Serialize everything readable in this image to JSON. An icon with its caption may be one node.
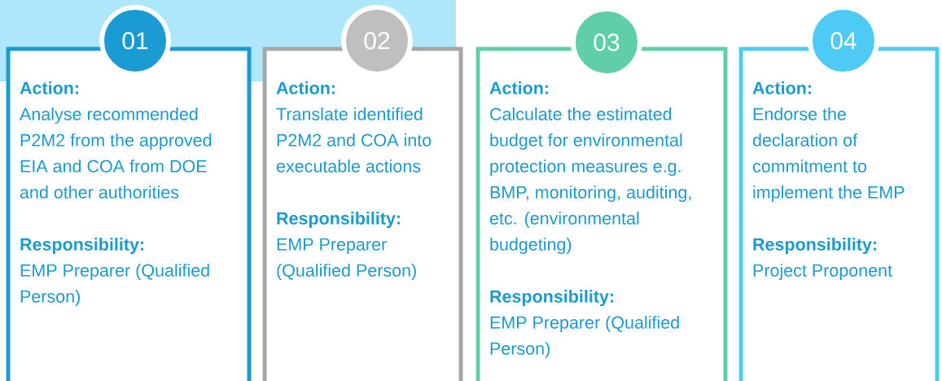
{
  "diagram": {
    "nodes": [
      {
        "text": [
          "01"
        ]
      },
      {
        "text": [
          "Action:",
          "Analyse recommended P2M2 from the approved EIA and COA from DOE and other authorities",
          "Responsibility:",
          "EMP Preparer (Qualified Person)"
        ]
      },
      {
        "text": [
          "02"
        ]
      },
      {
        "text": [
          "Action:",
          "Translate identified P2M2 and COA into executable actions",
          "Responsibility:",
          "EMP Preparer (Qualified Person)"
        ]
      },
      {
        "text": [
          "03"
        ]
      },
      {
        "text": [
          "Action:",
          "Calculate the estimated budget for environmental protection measures e.g. BMP, monitoring, auditing, etc. (environmental budgeting)",
          "Responsibility:",
          "EMP Preparer (Qualified Person)"
        ]
      },
      {
        "text": [
          "04"
        ]
      },
      {
        "text": [
          "Action:",
          "Endorse the declaration of commitment to implement the EMP",
          "Responsibility:",
          "Project Proponent"
        ]
      }
    ]
  }
}
